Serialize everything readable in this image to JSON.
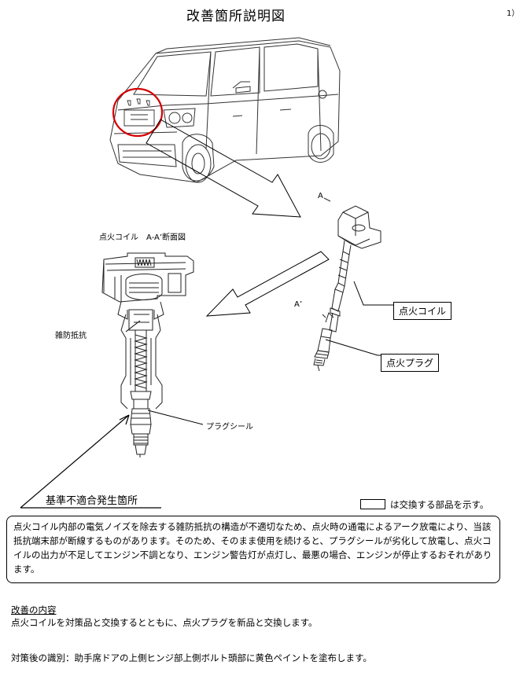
{
  "header": {
    "title": "改善箇所説明図",
    "page_number": "1）"
  },
  "diagram": {
    "section_title": "点火コイル　A-A’断面図",
    "label_resistor": "雑防抵抗",
    "label_plug_seal": "プラグシール",
    "label_a": "A",
    "label_a_prime": "A’",
    "box_ignition_coil": "点火コイル",
    "box_spark_plug": "点火プラグ",
    "defect_location": "基準不適合発生箇所"
  },
  "legend": {
    "text": "は交換する部品を示す。"
  },
  "description": {
    "text": "点火コイル内部の電気ノイズを除去する雑防抵抗の構造が不適切なため、点火時の通電によるアーク放電により、当該抵抗端末部が断線するものがあります。そのため、そのまま使用を続けると、プラグシールが劣化して放電し、点火コイルの出力が不足してエンジン不調となり、エンジン警告灯が点灯し、最悪の場合、エンジンが停止するおそれがあります。"
  },
  "improvement": {
    "heading": "改善の内容",
    "text": "点火コイルを対策品と交換するとともに、点火プラグを新品と交換します。"
  },
  "identification": {
    "text": "対策後の識別：助手席ドアの上側ヒンジ部上側ボルト頭部に黄色ペイントを塗布します。"
  }
}
